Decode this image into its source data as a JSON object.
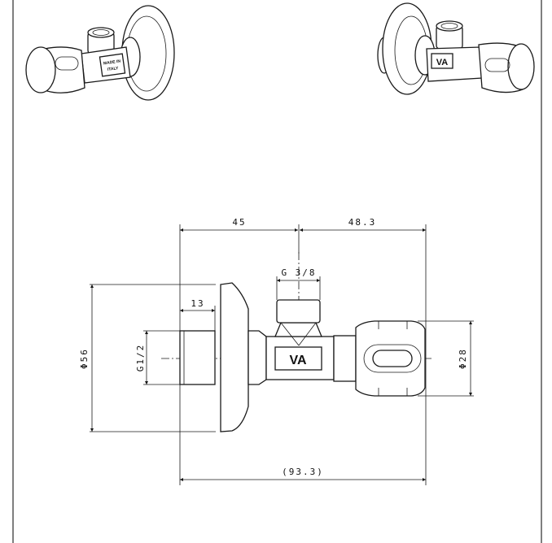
{
  "drawing": {
    "title_marks": {
      "front_label": "VA",
      "iso_left_label": "MADE IN ITALY",
      "iso_right_label": "VA"
    },
    "dimensions": {
      "inlet_to_center": "45",
      "center_to_knob": "48.3",
      "outlet_thread": "G 3/8",
      "thread_length": "13",
      "flange_diameter": "Φ56",
      "inlet_thread": "G1/2",
      "knob_diameter": "Φ28",
      "overall_length": "(93.3)"
    },
    "colors": {
      "line": "#1a1a1a",
      "background": "#ffffff"
    }
  }
}
